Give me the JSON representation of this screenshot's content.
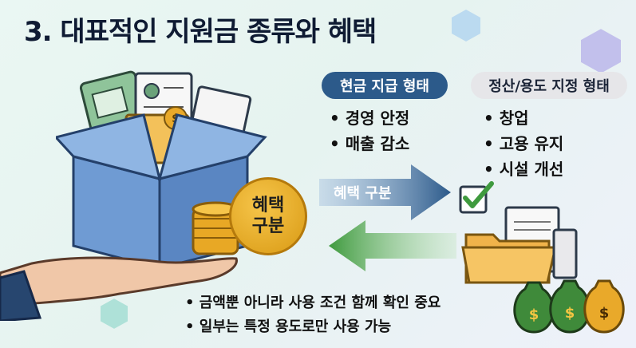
{
  "title": "3. 대표적인 지원금 종류와 혜택",
  "cash_form": {
    "label": "현금 지급 형태",
    "items": [
      "경영 안정",
      "매출 감소"
    ]
  },
  "settle_form": {
    "label": "정산/용도 지정 형태",
    "items": [
      "창업",
      "고용 유지",
      "시설 개선"
    ]
  },
  "coin_badge": {
    "line1": "혜택",
    "line2": "구분"
  },
  "arrow_label": "혜택 구분",
  "notes": [
    "금액뿐 아니라 사용 조건 함께 확인 중요",
    "일부는 특정 용도로만 사용 가능"
  ],
  "colors": {
    "navy": "#2c5a8a",
    "box": "#7aa2d6",
    "green": "#4e9a47",
    "gold": "#e6a825"
  },
  "icons": [
    "box-icon",
    "hand-icon",
    "coin-stack-icon",
    "document-icon",
    "folder-icon",
    "checkbox-icon",
    "money-bag-icon",
    "arrow-right-icon",
    "arrow-left-icon"
  ]
}
